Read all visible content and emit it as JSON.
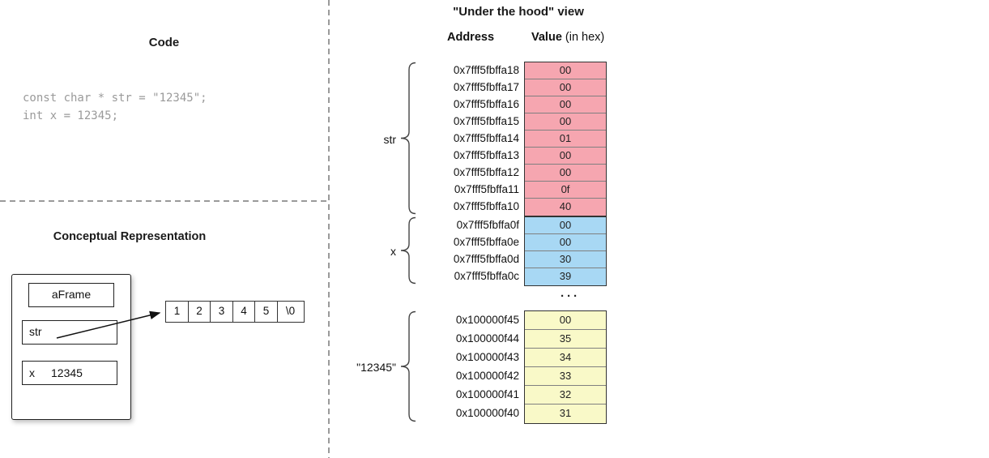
{
  "left": {
    "code": {
      "title": "Code",
      "line1": "const char * str = \"12345\";",
      "line2": "int x = 12345;"
    },
    "conceptual": {
      "title": "Conceptual Representation",
      "frame_label": "aFrame",
      "str_label": "str",
      "x_label": "x",
      "x_value": "12345",
      "cells": [
        "1",
        "2",
        "3",
        "4",
        "5",
        "\\0"
      ]
    }
  },
  "hood": {
    "title": "\"Under the hood\" view",
    "col_address": "Address",
    "col_value": "Value",
    "col_value_note": "(in hex)",
    "dots": "···",
    "colors": {
      "str": "#f6a6b0",
      "x": "#a8d8f4",
      "string": "#f9f9c8"
    },
    "groups": [
      {
        "name": "str",
        "label": "str",
        "color": "#f6a6b0",
        "tall": false,
        "rows": [
          {
            "address": "0x7fff5fbffa18",
            "value": "00"
          },
          {
            "address": "0x7fff5fbffa17",
            "value": "00"
          },
          {
            "address": "0x7fff5fbffa16",
            "value": "00"
          },
          {
            "address": "0x7fff5fbffa15",
            "value": "00"
          },
          {
            "address": "0x7fff5fbffa14",
            "value": "01"
          },
          {
            "address": "0x7fff5fbffa13",
            "value": "00"
          },
          {
            "address": "0x7fff5fbffa12",
            "value": "00"
          },
          {
            "address": "0x7fff5fbffa11",
            "value": "0f"
          },
          {
            "address": "0x7fff5fbffa10",
            "value": "40"
          }
        ]
      },
      {
        "name": "x",
        "label": "x",
        "color": "#a8d8f4",
        "tall": false,
        "rows": [
          {
            "address": "0x7fff5fbffa0f",
            "value": "00"
          },
          {
            "address": "0x7fff5fbffa0e",
            "value": "00"
          },
          {
            "address": "0x7fff5fbffa0d",
            "value": "30"
          },
          {
            "address": "0x7fff5fbffa0c",
            "value": "39"
          }
        ]
      },
      {
        "name": "string-12345",
        "label": "\"12345\"",
        "color": "#f9f9c8",
        "tall": true,
        "rows": [
          {
            "address": "0x100000f45",
            "value": "00"
          },
          {
            "address": "0x100000f44",
            "value": "35"
          },
          {
            "address": "0x100000f43",
            "value": "34"
          },
          {
            "address": "0x100000f42",
            "value": "33"
          },
          {
            "address": "0x100000f41",
            "value": "32"
          },
          {
            "address": "0x100000f40",
            "value": "31"
          }
        ]
      }
    ]
  }
}
